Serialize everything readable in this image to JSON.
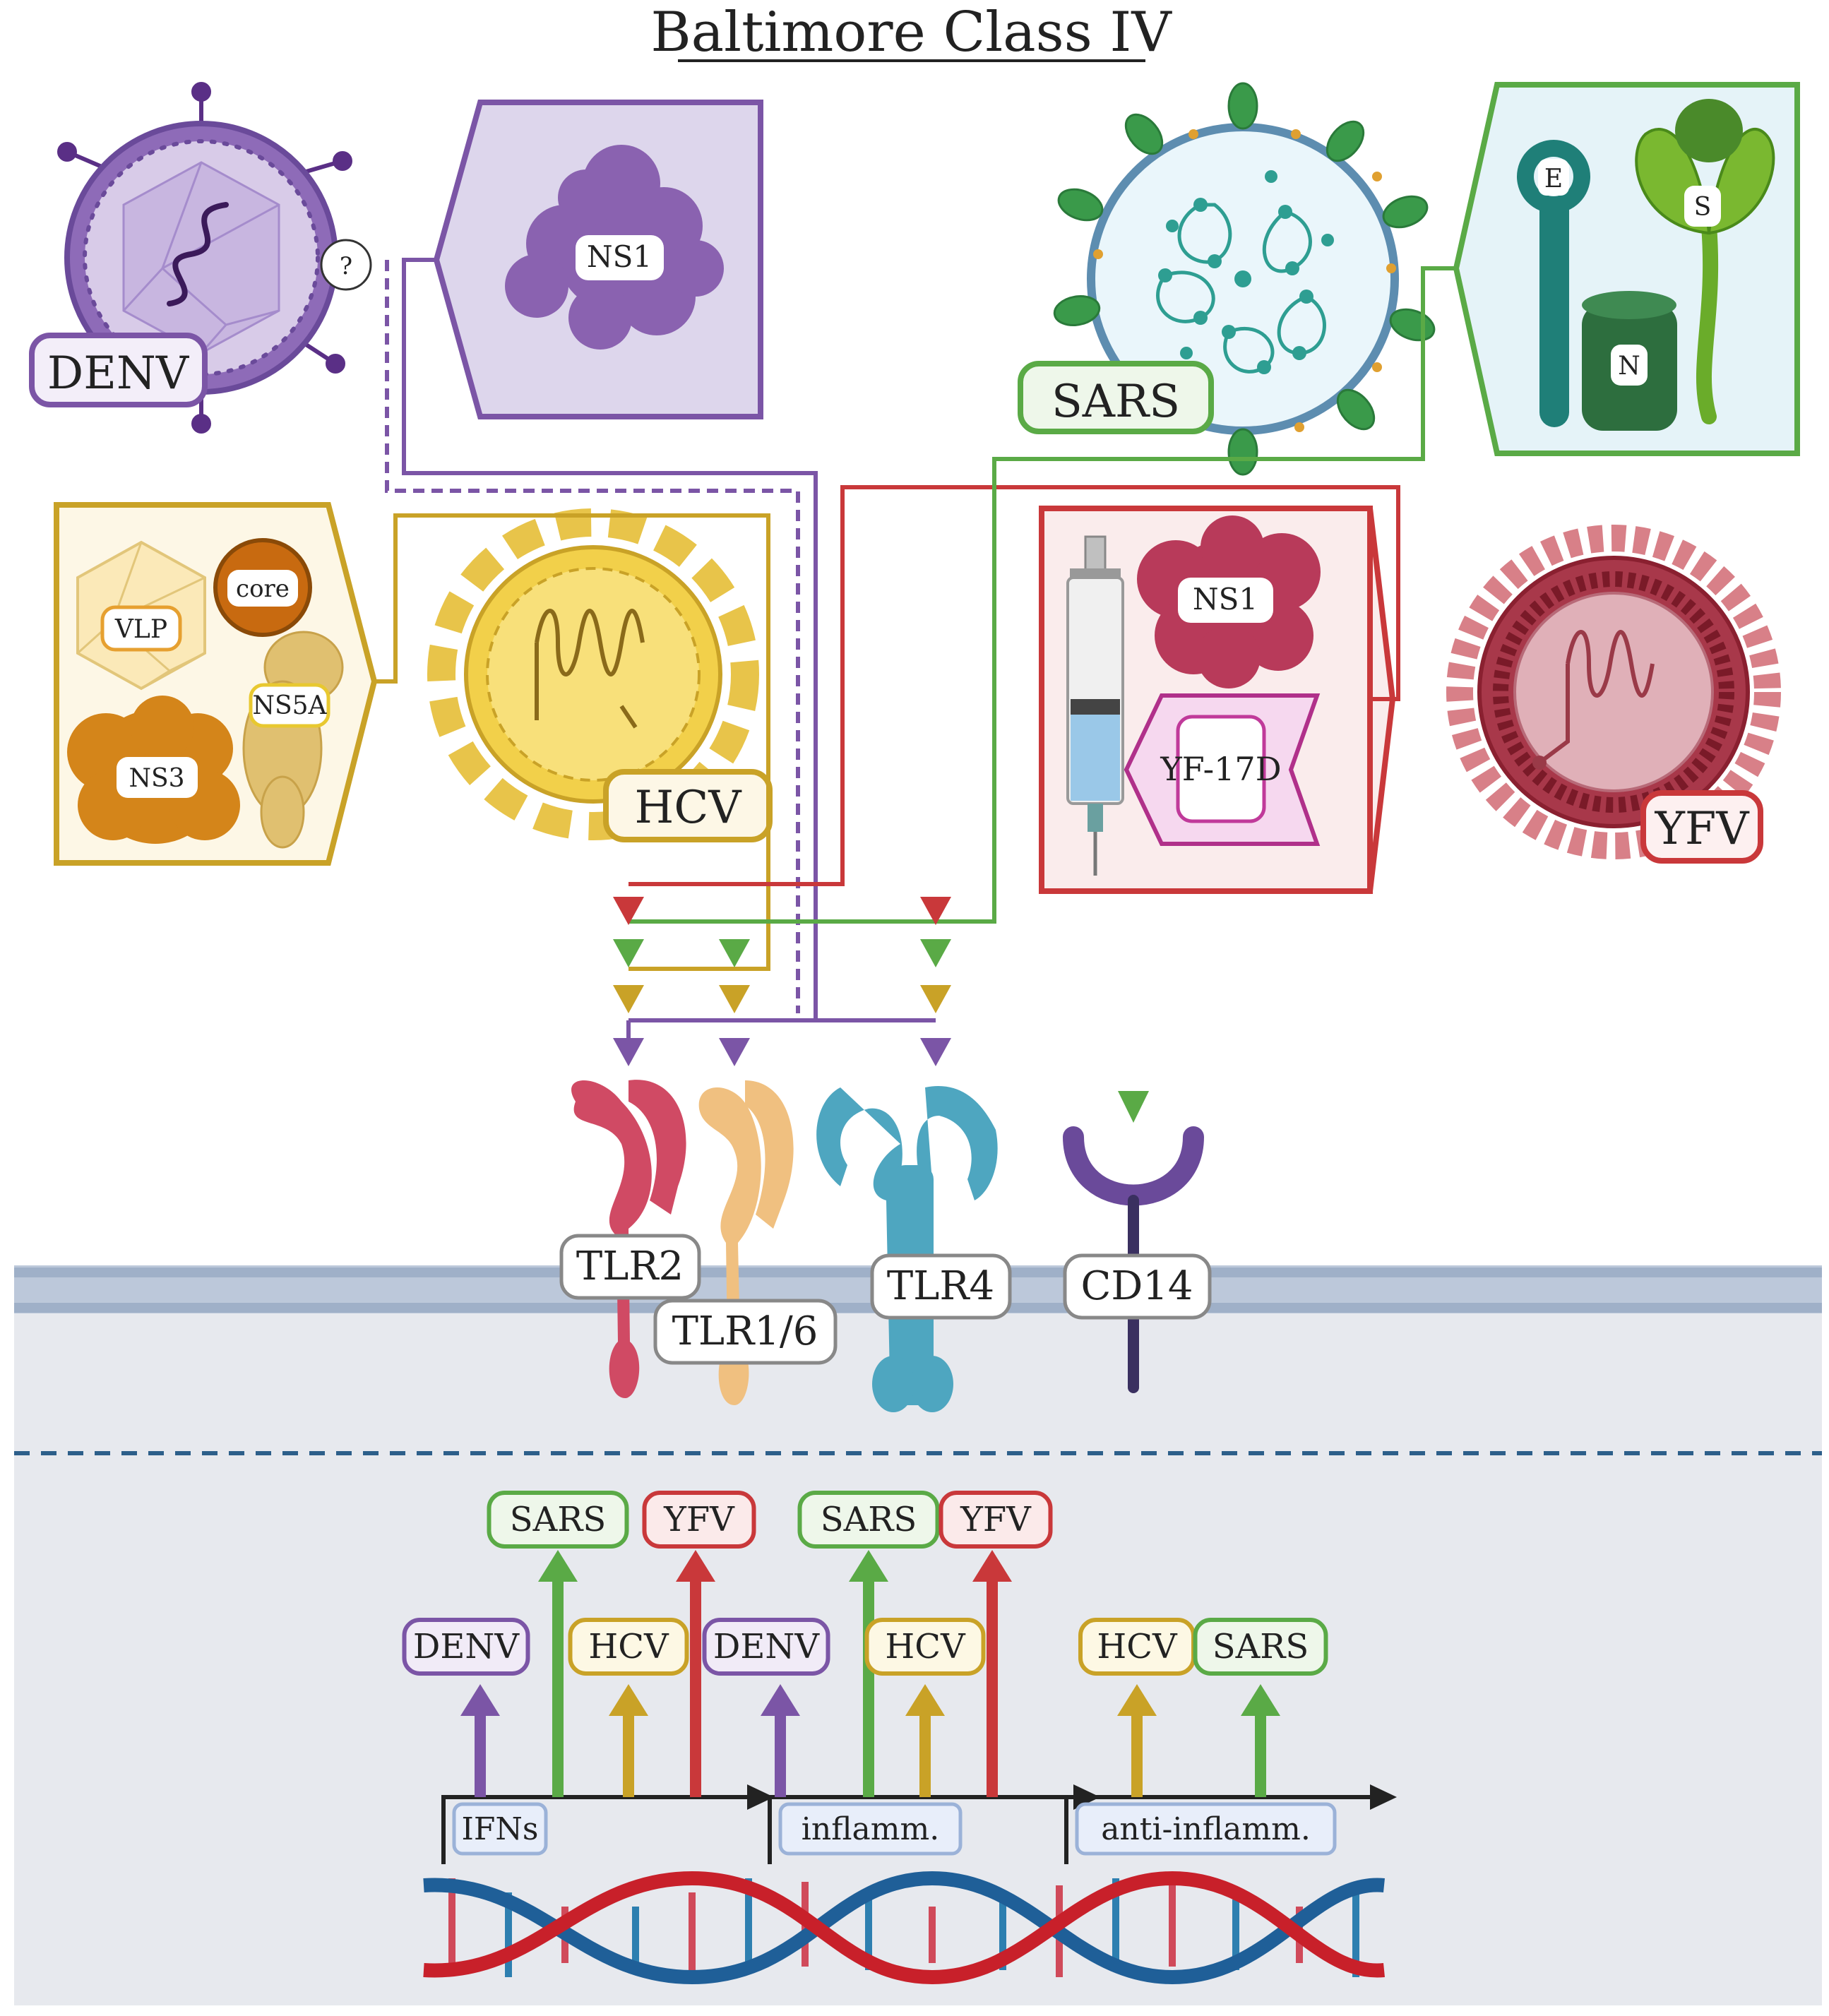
{
  "title": "Baltimore Class IV",
  "colors": {
    "denv": "#7b55a6",
    "hcv": "#c9a227",
    "sars": "#5aaa46",
    "yfv": "#c9383a",
    "tlr2": "#d04a64",
    "tlr16": "#f0c080",
    "tlr4": "#4ea6c0",
    "cd14": "#6a4a9a",
    "membrane": "#9fb0c8",
    "cytoplasm": "#e7e9ee"
  },
  "viruses": {
    "denv": {
      "label": "DENV",
      "question": "?",
      "antigens": [
        "NS1"
      ]
    },
    "hcv": {
      "label": "HCV",
      "antigens": [
        "VLP",
        "core",
        "NS5A",
        "NS3"
      ]
    },
    "sars": {
      "label": "SARS",
      "antigens": [
        "E",
        "S",
        "N"
      ]
    },
    "yfv": {
      "label": "YFV",
      "antigens": [
        "NS1",
        "YF-17D"
      ]
    }
  },
  "receptors": [
    "TLR2",
    "TLR1/6",
    "TLR4",
    "CD14"
  ],
  "icons": [
    "syringe-icon",
    "dna-helix-icon",
    "protein-blob-icon",
    "virion-icon"
  ],
  "responses": [
    {
      "gene": "IFNs",
      "up": [
        "SARS",
        "YFV"
      ],
      "down": [
        "DENV",
        "HCV"
      ]
    },
    {
      "gene": "inflamm.",
      "up": [
        "SARS",
        "YFV"
      ],
      "down": [
        "DENV",
        "HCV"
      ]
    },
    {
      "gene": "anti-inflamm.",
      "up": [],
      "down": [
        "HCV",
        "SARS"
      ]
    }
  ]
}
